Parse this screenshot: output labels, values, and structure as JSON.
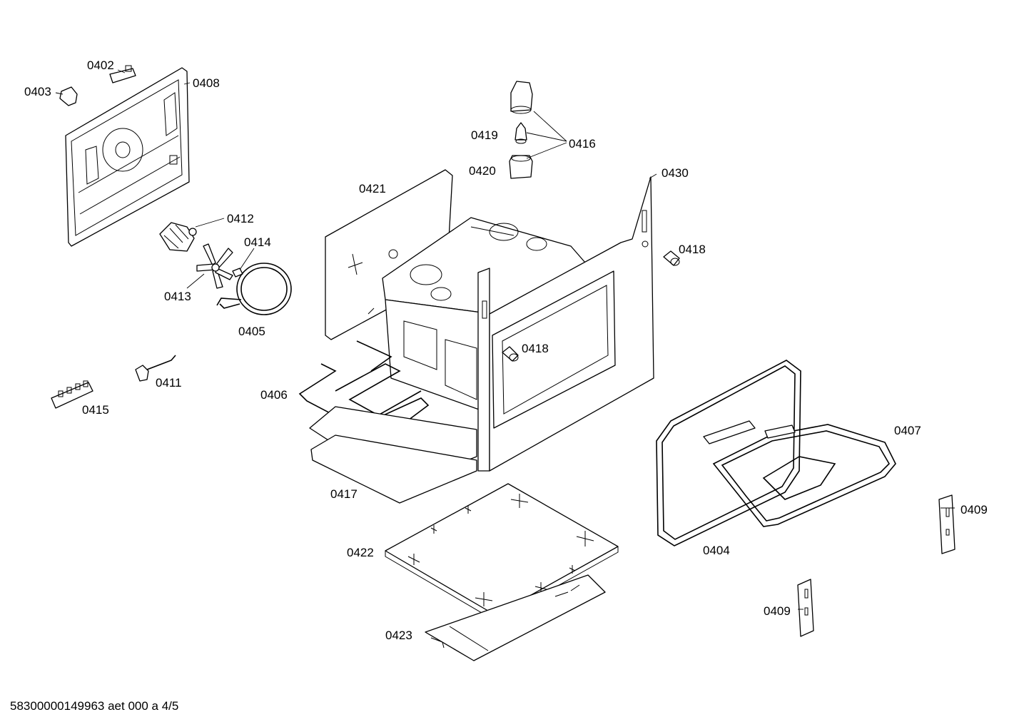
{
  "labels": {
    "p0402": "0402",
    "p0403": "0403",
    "p0408": "0408",
    "p0412": "0412",
    "p0414": "0414",
    "p0413": "0413",
    "p0405": "0405",
    "p0411": "0411",
    "p0415": "0415",
    "p0419": "0419",
    "p0416": "0416",
    "p0420": "0420",
    "p0421": "0421",
    "p0430": "0430",
    "p0418a": "0418",
    "p0418b": "0418",
    "p0406": "0406",
    "p0417": "0417",
    "p0407": "0407",
    "p0409a": "0409",
    "p0404": "0404",
    "p0422": "0422",
    "p0409b": "0409",
    "p0423": "0423"
  },
  "footer": "58300000149963 aet 000 a 4/5"
}
